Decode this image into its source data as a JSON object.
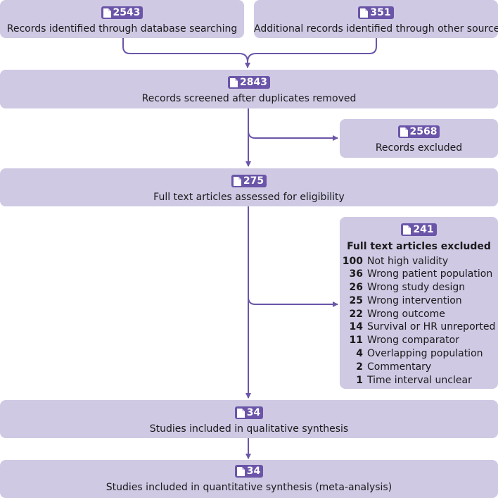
{
  "boxes": {
    "database": {
      "count": "2543",
      "label": "Records identified through database searching"
    },
    "other_sources": {
      "count": "351",
      "label": "Additional records identified through other sources"
    },
    "screened": {
      "count": "2843",
      "label": "Records screened after duplicates removed"
    },
    "excluded_records": {
      "count": "2568",
      "label": "Records excluded"
    },
    "assessed": {
      "count": "275",
      "label": "Full text articles assessed for eligibility"
    },
    "excluded_articles": {
      "count": "241",
      "title": "Full text articles excluded",
      "reasons": [
        {
          "n": "100",
          "label": "Not high validity"
        },
        {
          "n": "36",
          "label": "Wrong patient population"
        },
        {
          "n": "26",
          "label": "Wrong study design"
        },
        {
          "n": "25",
          "label": "Wrong intervention"
        },
        {
          "n": "22",
          "label": "Wrong outcome"
        },
        {
          "n": "14",
          "label": "Survival or HR unreported"
        },
        {
          "n": "11",
          "label": "Wrong comparator"
        },
        {
          "n": "4",
          "label": "Overlapping population"
        },
        {
          "n": "2",
          "label": "Commentary"
        },
        {
          "n": "1",
          "label": "Time interval unclear"
        }
      ]
    },
    "qualitative": {
      "count": "34",
      "label": "Studies included in qualitative synthesis"
    },
    "quantitative": {
      "count": "34",
      "label": "Studies included in quantitative synthesis (meta-analysis)"
    }
  },
  "icon": "document-icon",
  "colors": {
    "box": "#cfc9e4",
    "badge": "#6a55a8",
    "connector": "#6a55a8"
  }
}
